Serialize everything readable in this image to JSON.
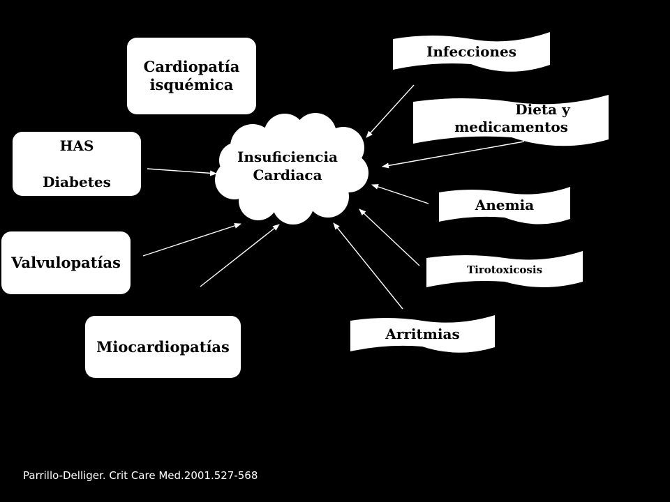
{
  "center": {
    "title_line1": "Insuficiencia",
    "title_line2": "Cardiaca"
  },
  "left_causes": [
    {
      "line1": "Cardiopatía",
      "line2": "isquémica"
    },
    {
      "line1": "HAS",
      "line2": "Diabetes"
    },
    {
      "label": "Valvulopatías"
    },
    {
      "label": "Miocardiopatías"
    }
  ],
  "right_factors": [
    {
      "label": "Infecciones"
    },
    {
      "line1": "Dieta y",
      "line2": "medicamentos"
    },
    {
      "label": "Anemia"
    },
    {
      "label": "Tirotoxicosis"
    },
    {
      "label": "Arritmias"
    }
  ],
  "citation": "Parrillo-Delliger. Crit Care Med.2001.527-568",
  "colors": {
    "background": "#000000",
    "shape_fill": "#ffffff",
    "text": "#000000",
    "arrow": "#ffffff"
  }
}
